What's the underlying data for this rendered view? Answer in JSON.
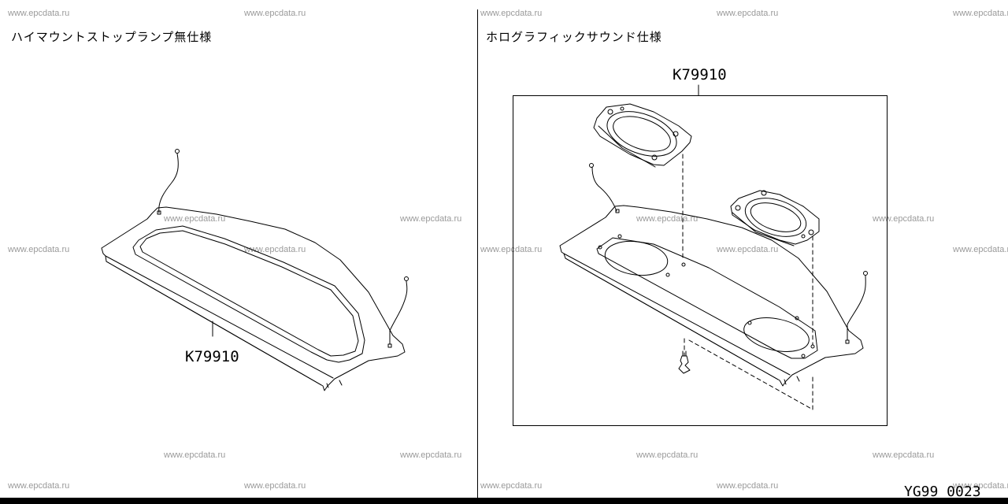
{
  "watermark": "www.epcdata.ru",
  "left_panel": {
    "heading": "ハイマウントストップランプ無仕様",
    "part_number": "K79910"
  },
  "right_panel": {
    "heading": "ホログラフィックサウンド仕様",
    "part_number": "K79910"
  },
  "diagram_code": "YG99 0023"
}
